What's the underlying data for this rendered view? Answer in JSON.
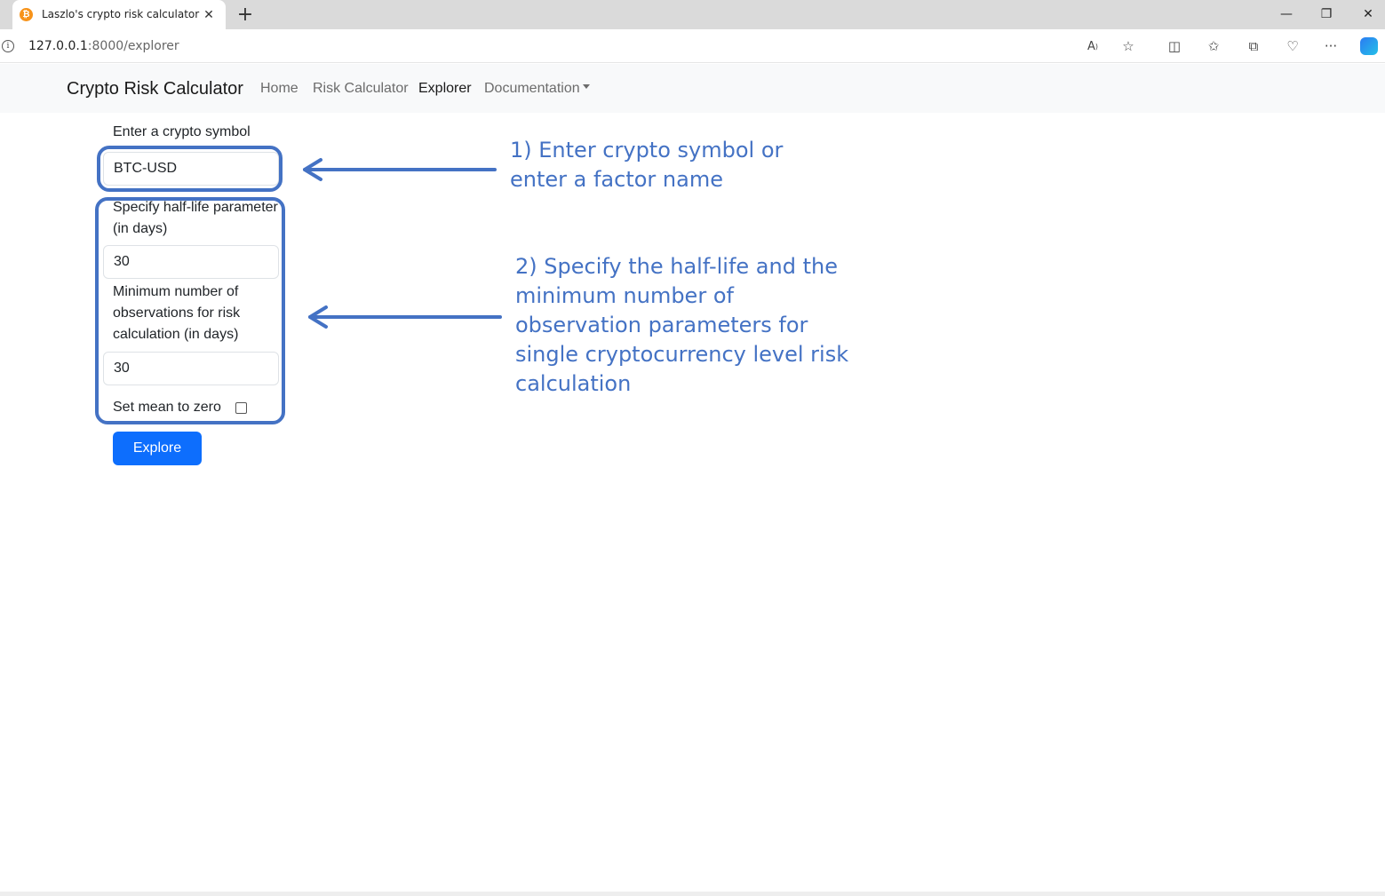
{
  "browser": {
    "tab_title": "Laszlo's crypto risk calculator",
    "url_host": "127.0.0.1",
    "url_path": ":8000/explorer"
  },
  "navbar": {
    "brand": "Crypto Risk Calculator",
    "links": [
      "Home",
      "Risk Calculator",
      "Explorer",
      "Documentation"
    ]
  },
  "form": {
    "symbol_label": "Enter a crypto symbol",
    "symbol_value": "BTC-USD",
    "halflife_label_line1": "Specify half-life parameter",
    "halflife_label_line2": "(in days)",
    "halflife_value": "30",
    "minobs_label_line1": "Minimum number of",
    "minobs_label_line2": "observations for risk",
    "minobs_label_line3": "calculation (in days)",
    "minobs_value": "30",
    "mean_zero_label": "Set mean to zero",
    "mean_zero_checked": false,
    "explore_button": "Explore"
  },
  "annotations": {
    "note1_line1": "1) Enter crypto symbol or",
    "note1_line2": "enter a factor name",
    "note2_line1": "2) Specify the half-life and the",
    "note2_line2": "minimum number of",
    "note2_line3": "observation parameters for",
    "note2_line4": "single cryptocurrency level risk",
    "note2_line5": "calculation",
    "color": "#4472c4"
  }
}
